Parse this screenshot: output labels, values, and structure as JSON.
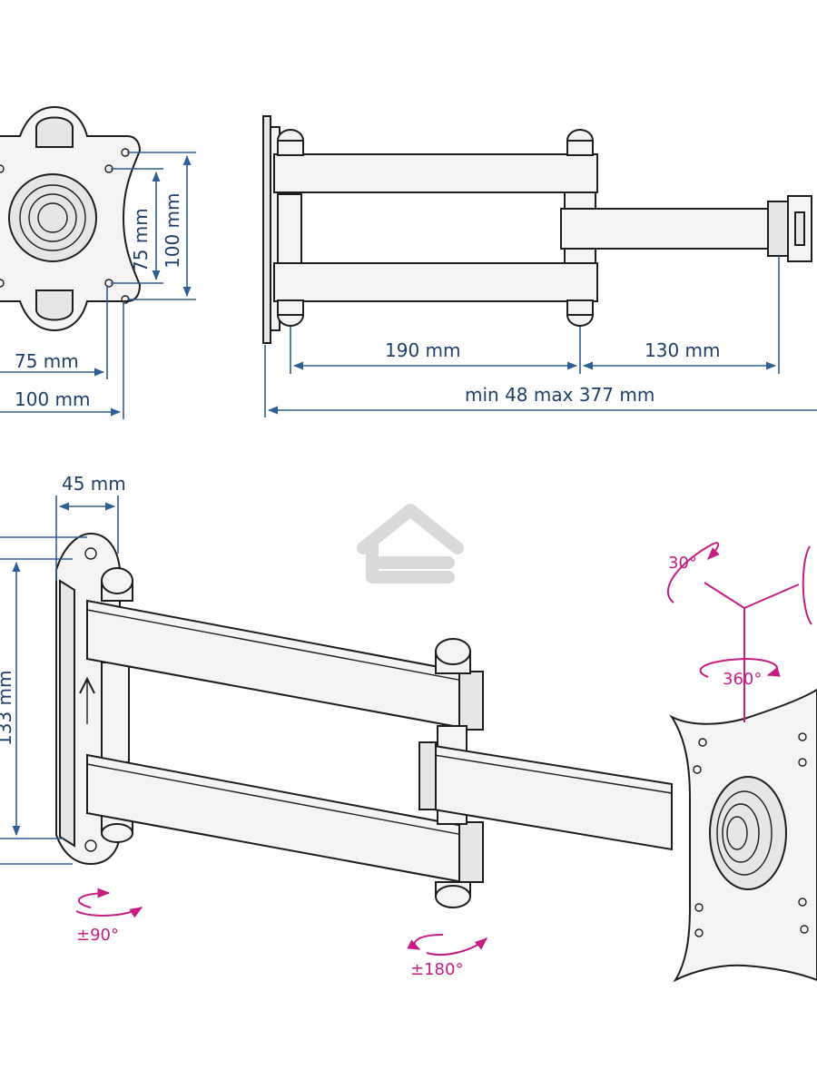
{
  "dimensions": {
    "vesa_vertical_small": "75 mm",
    "vesa_vertical_large": "100 mm",
    "vesa_horizontal_small": "75 mm",
    "vesa_horizontal_large": "100 mm",
    "arm_segment_1": "190 mm",
    "arm_segment_2": "130 mm",
    "extension_range": "min 48 max 377 mm",
    "wall_plate_depth": "45 mm",
    "wall_plate_height": "133 mm"
  },
  "rotations": {
    "tilt": "30°",
    "swivel": "360°",
    "wall_joint": "±90°",
    "middle_joint": "±180°"
  },
  "colors": {
    "outline": "#1d1d1d",
    "dimension": "#2f5e93",
    "rotation": "#c61d84",
    "watermark": "#d9d9d9"
  },
  "icons": [
    "house-watermark-icon",
    "rotation-arrow-icon",
    "direction-arrow-icon"
  ]
}
